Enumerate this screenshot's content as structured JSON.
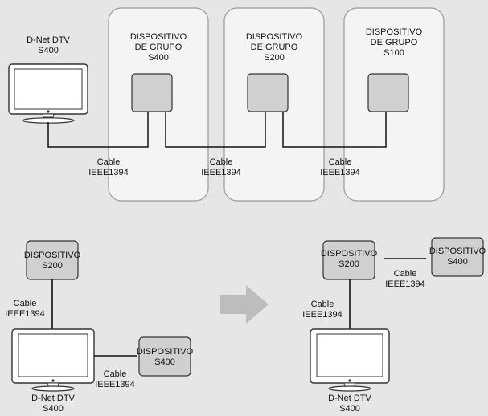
{
  "top": {
    "tv": {
      "name": "D-Net DTV",
      "speed": "S400"
    },
    "groups": [
      {
        "line1": "DISPOSITIVO",
        "line2": "DE GRUPO",
        "speed": "S400"
      },
      {
        "line1": "DISPOSITIVO",
        "line2": "DE GRUPO",
        "speed": "S200"
      },
      {
        "line1": "DISPOSITIVO",
        "line2": "DE GRUPO",
        "speed": "S100"
      }
    ],
    "cables": [
      {
        "line1": "Cable",
        "line2": "IEEE1394"
      },
      {
        "line1": "Cable",
        "line2": "IEEE1394"
      },
      {
        "line1": "Cable",
        "line2": "IEEE1394"
      }
    ]
  },
  "bottom_left": {
    "device_top": {
      "name": "DISPOSITIVO",
      "speed": "S200"
    },
    "device_right": {
      "name": "DISPOSITIVO",
      "speed": "S400"
    },
    "cable_vertical": {
      "line1": "Cable",
      "line2": "IEEE1394"
    },
    "cable_horizontal": {
      "line1": "Cable",
      "line2": "IEEE1394"
    },
    "tv": {
      "name": "D-Net DTV",
      "speed": "S400"
    }
  },
  "bottom_right": {
    "device_left": {
      "name": "DISPOSITIVO",
      "speed": "S200"
    },
    "device_right": {
      "name": "DISPOSITIVO",
      "speed": "S400"
    },
    "cable_horizontal": {
      "line1": "Cable",
      "line2": "IEEE1394"
    },
    "cable_vertical": {
      "line1": "Cable",
      "line2": "IEEE1394"
    },
    "tv": {
      "name": "D-Net DTV",
      "speed": "S400"
    }
  },
  "colors": {
    "background": "#e6e6e6",
    "group_panel": "#f4f4f4",
    "device_box": "#d0d0d0",
    "arrow": "#bdbdbd",
    "stroke": "#333333"
  }
}
